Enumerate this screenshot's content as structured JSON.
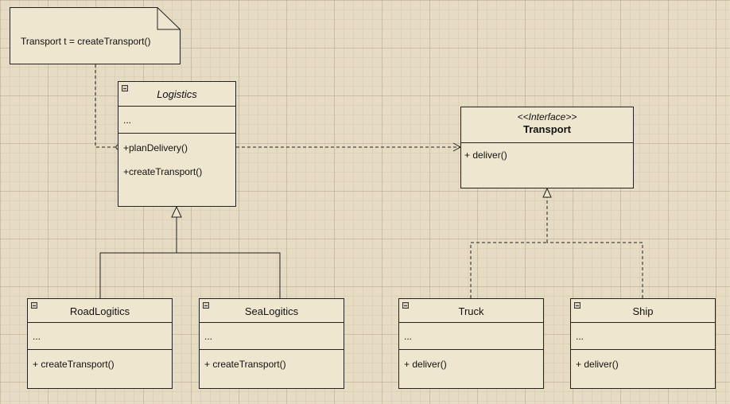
{
  "note": {
    "text": "Transport t = createTransport()"
  },
  "classes": {
    "logistics": {
      "name": "Logistics",
      "attributes": "...",
      "methods": [
        "+planDelivery()",
        "+createTransport()"
      ]
    },
    "transport": {
      "stereotype": "<<Interface>>",
      "name": "Transport",
      "methods": [
        "+ deliver()"
      ]
    },
    "road_logistics": {
      "name": "RoadLogitics",
      "attributes": "...",
      "methods": [
        "+ createTransport()"
      ]
    },
    "sea_logistics": {
      "name": "SeaLogitics",
      "attributes": "...",
      "methods": [
        "+ createTransport()"
      ]
    },
    "truck": {
      "name": "Truck",
      "attributes": "...",
      "methods": [
        "+ deliver()"
      ]
    },
    "ship": {
      "name": "Ship",
      "attributes": "...",
      "methods": [
        "+ deliver()"
      ]
    }
  },
  "colors": {
    "line": "#222222",
    "box_fill": "#efe6d0",
    "background": "#e6dcc4"
  }
}
